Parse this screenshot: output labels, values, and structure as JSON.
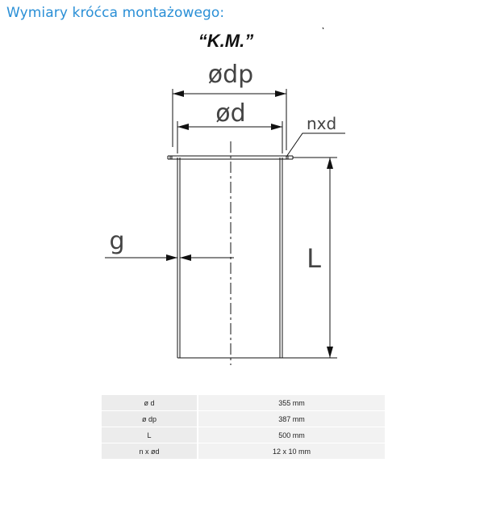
{
  "heading": "Wymiary króćca montażowego:",
  "drawing": {
    "title": "“K.M.”",
    "labels": {
      "outer_diameter": "ødp",
      "inner_diameter": "ød",
      "holes": "nxd",
      "thickness": "g",
      "length": "L"
    }
  },
  "specs": [
    {
      "key": "ø d",
      "value": "355 mm"
    },
    {
      "key": "ø dp",
      "value": "387 mm"
    },
    {
      "key": "L",
      "value": "500 mm"
    },
    {
      "key": "n x ød",
      "value": "12 x 10 mm"
    }
  ],
  "colors": {
    "heading": "#2a8fd6",
    "line": "#111111",
    "table_key_bg": "#ececec",
    "table_value_bg": "#f2f2f2"
  }
}
